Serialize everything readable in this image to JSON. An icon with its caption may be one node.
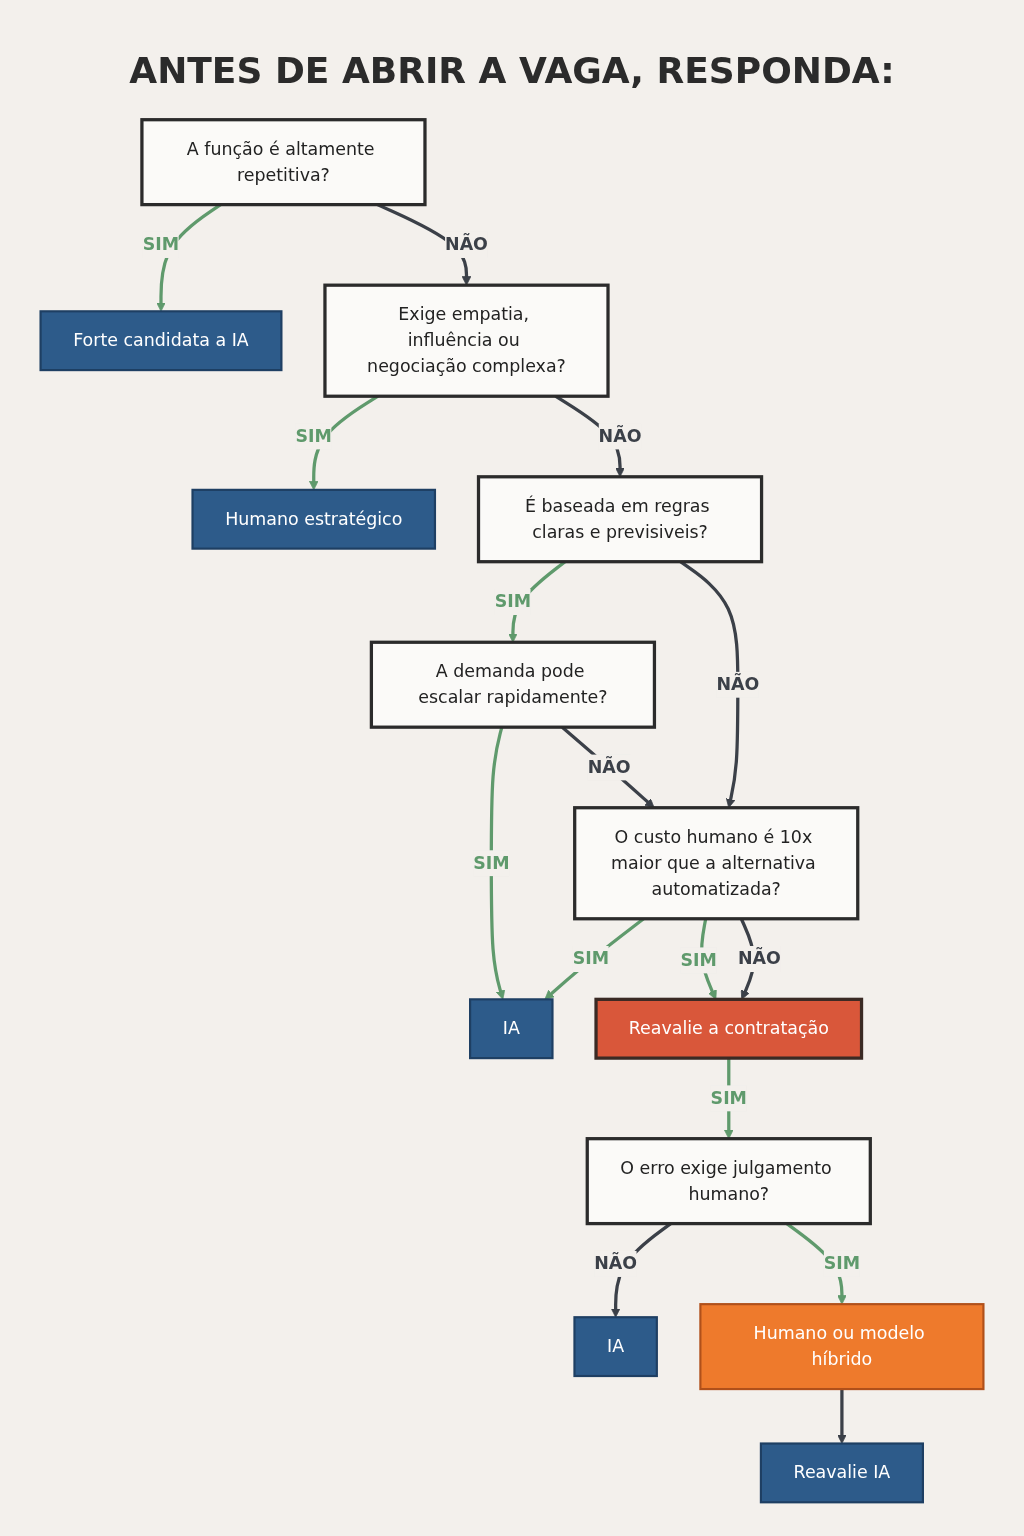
{
  "diagram": {
    "title": "ANTES DE ABRIR A VAGA, RESPONDA:",
    "nodes": [
      {
        "text": [
          "A função é altamente repetitiva?"
        ]
      },
      {
        "text": [
          "Forte candidata a IA"
        ]
      },
      {
        "text": [
          "Exige empatia, influência ou negociação complexa?"
        ]
      },
      {
        "text": [
          "Humano estratégico"
        ]
      },
      {
        "text": [
          "É baseada em regras claras e previsiveis?"
        ]
      },
      {
        "text": [
          "A demanda pode escalar rapidamente?"
        ]
      },
      {
        "text": [
          "IA"
        ]
      },
      {
        "text": [
          "O custo humano é 10x maior que a alternativa automatizada?"
        ]
      },
      {
        "text": [
          "Reavalie a contratação"
        ]
      },
      {
        "text": [
          "O erro exige julgamento humano?"
        ]
      },
      {
        "text": [
          "IA"
        ]
      },
      {
        "text": [
          "Humano ou modelo híbrido"
        ]
      },
      {
        "text": [
          "Reavalie IA"
        ]
      }
    ],
    "edges": [
      {
        "from": 0,
        "to": 1,
        "arrow": "to",
        "label": "SIM"
      },
      {
        "from": 0,
        "to": 2,
        "arrow": "to",
        "label": "NÃO",
        "color": "#3b4048"
      },
      {
        "from": 2,
        "to": 3,
        "arrow": "to",
        "label": "SIM"
      },
      {
        "from": 2,
        "to": 4,
        "arrow": "to",
        "label": "NÃO",
        "color": "#3b4048"
      },
      {
        "from": 4,
        "to": 5,
        "arrow": "to",
        "label": "SIM"
      },
      {
        "from": 4,
        "to": 7,
        "arrow": "to",
        "label": "NÃO",
        "color": "#3b4048"
      },
      {
        "from": 5,
        "to": 6,
        "arrow": "to",
        "label": "SIM"
      },
      {
        "from": 5,
        "to": 7,
        "arrow": "to",
        "label": "NÃO",
        "color": "#3b4048"
      },
      {
        "from": 7,
        "to": 6,
        "arrow": "to",
        "label": "SIM"
      },
      {
        "from": 7,
        "to": 8,
        "arrow": "to",
        "label": "SIM"
      },
      {
        "from": 7,
        "to": 8,
        "arrow": "to",
        "label": "NÃO",
        "color": "#3b4048"
      },
      {
        "from": 8,
        "to": 9,
        "arrow": "to",
        "label": "SIM"
      },
      {
        "from": 9,
        "to": 10,
        "arrow": "to",
        "label": "NÃO",
        "color": "#3b4048"
      },
      {
        "from": 9,
        "to": 11,
        "arrow": "to",
        "label": "SIM"
      },
      {
        "from": 11,
        "to": 12,
        "arrow": "to",
        "color": "#3b4048"
      }
    ]
  }
}
